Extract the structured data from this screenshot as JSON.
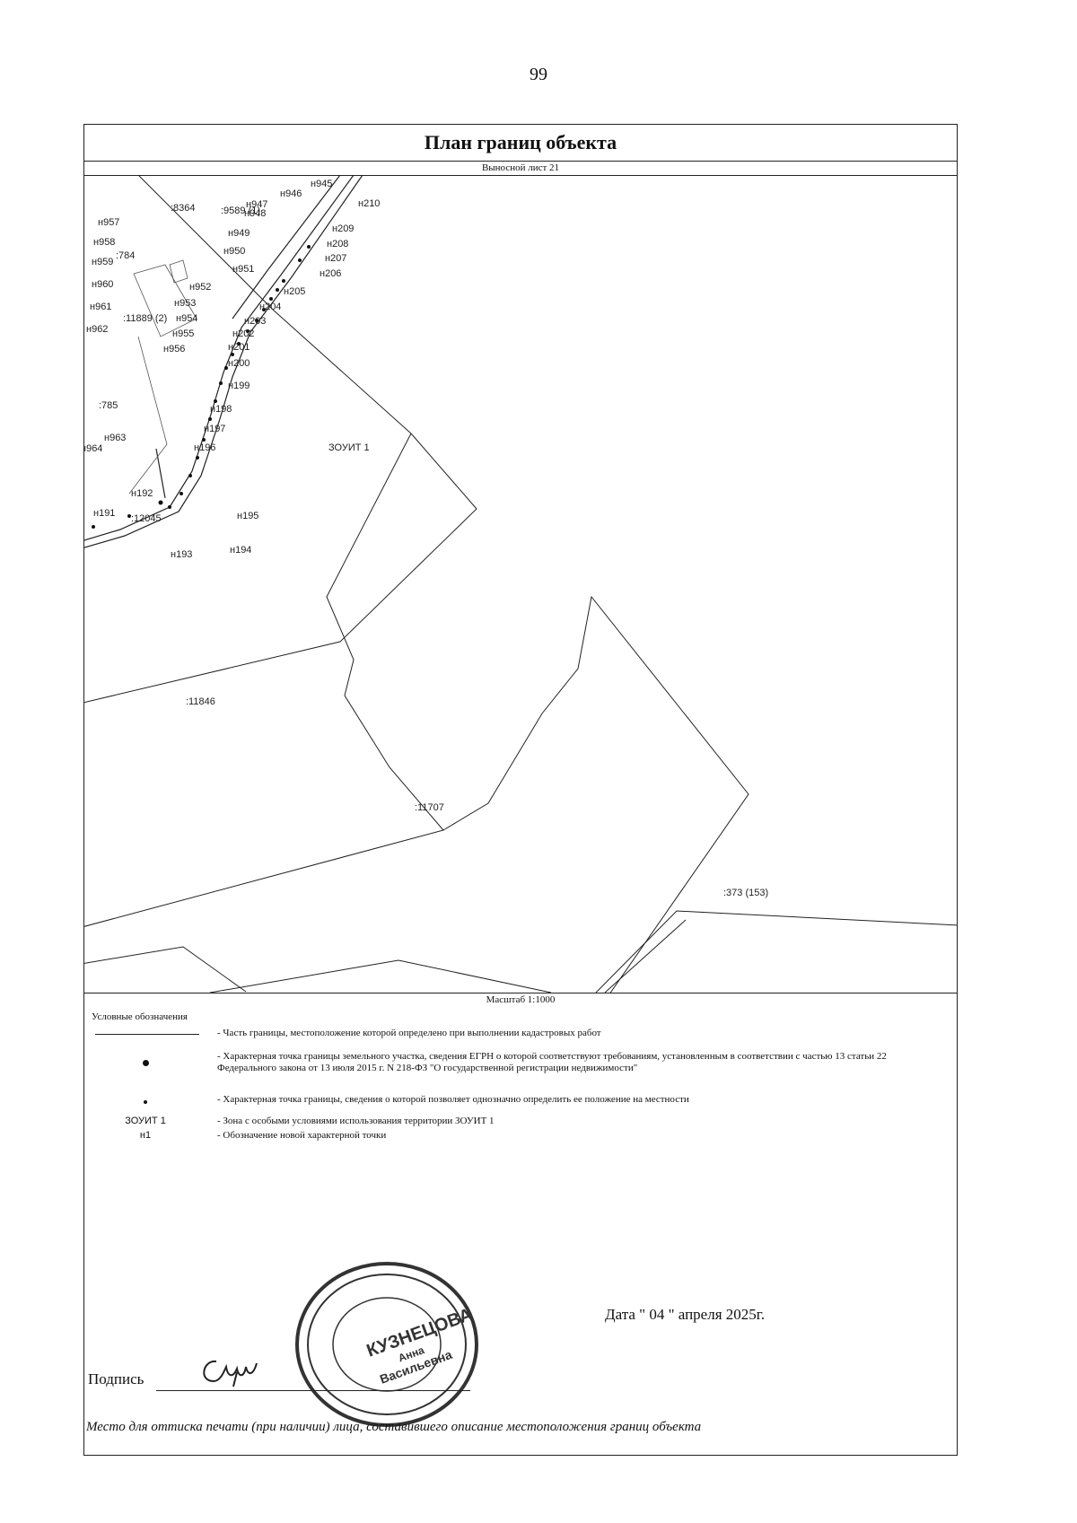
{
  "page_number": "99",
  "title": "План границ объекта",
  "sheet": "Выносной лист 21",
  "map": {
    "parcels": [
      ":8364",
      ":9589 (1)",
      ":784",
      ":11889 (2)",
      ":785",
      ":12045",
      ":11846",
      ":11707",
      ":373 (153)"
    ],
    "zone": "ЗОУИТ 1",
    "points_left": [
      "н957",
      "н958",
      "н959",
      "н960",
      "н961",
      "н962",
      "н963",
      "н964"
    ],
    "points_inner": [
      "н947",
      "н948",
      "н949",
      "н950",
      "н951",
      "н952",
      "н953",
      "н954",
      "н955",
      "н956"
    ],
    "points_right": [
      "н210",
      "н209",
      "н208",
      "н207",
      "н206",
      "н205",
      "н204",
      "н203",
      "н202",
      "н201",
      "н200",
      "н199",
      "н198",
      "н197",
      "н196"
    ],
    "points_bottom": [
      "н192",
      "н191",
      "н193",
      "н194",
      "н195"
    ],
    "points_top": [
      "н945",
      "н946"
    ]
  },
  "scale": "Масштаб 1:1000",
  "legend": {
    "title": "Условные обозначения",
    "items": [
      {
        "symbol": "",
        "text": "- Часть границы, местоположение которой определено при выполнении кадастровых работ"
      },
      {
        "symbol": "",
        "text": "- Характерная точка границы земельного участка, сведения ЕГРН о которой соответствуют требованиям, установленным в соответствии с частью 13 статьи 22 Федерального закона от 13 июля 2015 г. N 218-ФЗ \"О государственной регистрации недвижимости\""
      },
      {
        "symbol": "",
        "text": "- Характерная точка границы, сведения о которой позволяет однозначно определить ее положение на местности"
      },
      {
        "symbol": "ЗОУИТ 1",
        "text": "- Зона с особыми условиями использования территории ЗОУИТ 1"
      },
      {
        "symbol": "н1",
        "text": "- Обозначение новой характерной точки"
      }
    ]
  },
  "date": "Дата \" 04 \" апреля 2025г.",
  "signature_label": "Подпись",
  "stamp": {
    "name": "КУЗНЕЦОВА",
    "first": "Анна",
    "patronymic": "Васильевна"
  },
  "print_place": "Место для оттиска печати (при наличии) лица, составившего описание местоположения границ объекта"
}
